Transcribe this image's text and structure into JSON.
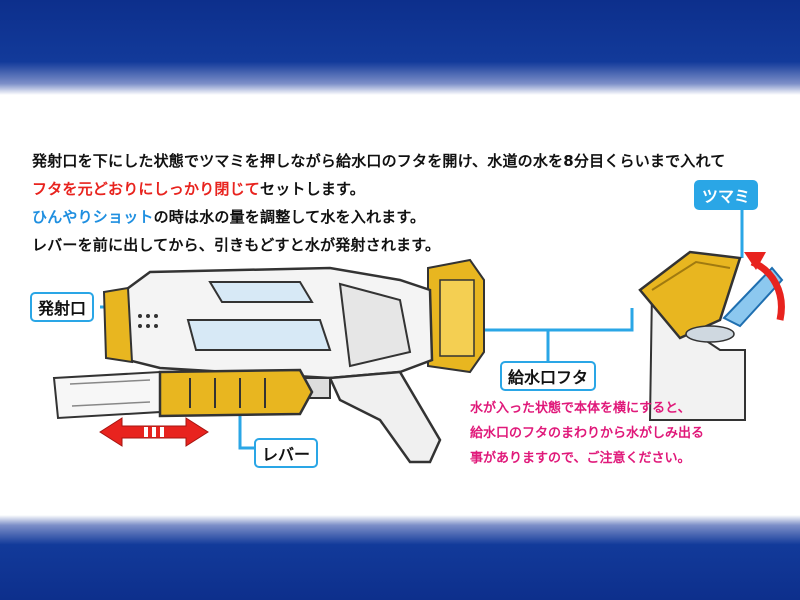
{
  "instructions": {
    "line1": "発射口を下にした状態でツマミを押しながら給水口のフタを開け、水道の水を8分目くらいまで入れて",
    "line2_red": "フタを元どおりにしっかり閉じて",
    "line2_rest": "セットします。",
    "line3_blue": "ひんやりショット",
    "line3_rest": "の時は水の量を調整して水を入れます。",
    "line4": "レバーを前に出してから、引きもどすと水が発射されます。"
  },
  "labels": {
    "hasshako": "発射口",
    "lever": "レバー",
    "kyusuiko_futa": "給水口フタ",
    "tsumami": "ツマミ"
  },
  "warning": {
    "line1": "水が入った状態で本体を横にすると、",
    "line2": "給水口のフタのまわりから水がしみ出る",
    "line3": "事がありますので、ご注意ください。"
  },
  "colors": {
    "band_blue": "#123a9a",
    "accent_red": "#e8231e",
    "accent_blue": "#1f8fe0",
    "warning_pink": "#e0197a",
    "callout_line": "#2aa6e6",
    "gun_yellow": "#e8b620"
  }
}
